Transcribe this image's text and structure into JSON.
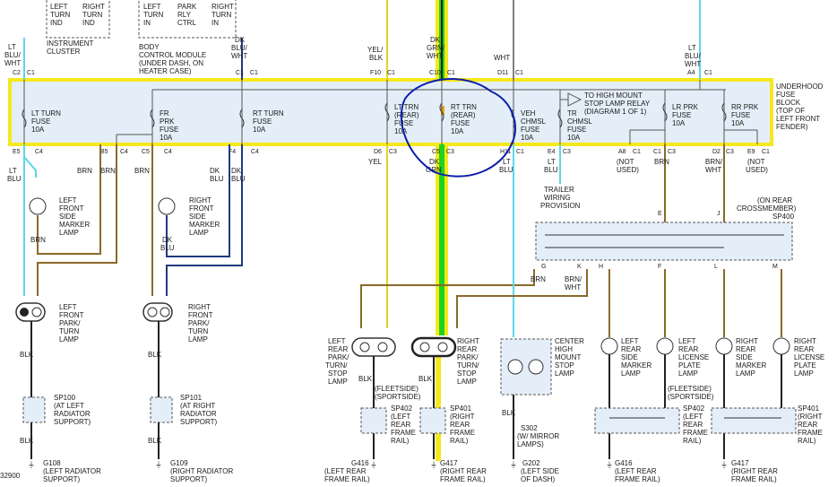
{
  "colors": {
    "highlight_yellow": "#f5e81c",
    "highlight_green": "#1fd11f",
    "annotation_blue": "#0a1ea8",
    "fuse_box_fill": "#e4eef8",
    "wire_brown": "#8a6a2a",
    "wire_cyan": "#5fd6e8",
    "wire_darkblue": "#203a80",
    "wire_yellow": "#e6d21e",
    "wire_black": "#222222",
    "wire_grey": "#7f7f7f"
  },
  "top": {
    "ic_a": "LEFT",
    "ic_b": "TURN",
    "ic_c": "IND",
    "ic_d": "RIGHT",
    "ic_e": "TURN",
    "ic_f": "IND",
    "instrument_a": "INSTRUMENT",
    "instrument_b": "CLUSTER",
    "bcm_l_a": "LEFT",
    "bcm_l_b": "TURN",
    "bcm_l_c": "IN",
    "bcm_p_a": "PARK",
    "bcm_p_b": "RLY",
    "bcm_p_c": "CTRL",
    "bcm_r_a": "RIGHT",
    "bcm_r_b": "TURN",
    "bcm_r_c": "IN",
    "bcm_a": "BODY",
    "bcm_b": "CONTROL MODULE",
    "bcm_c": "(UNDER DASH, ON",
    "bcm_d": "HEATER CASE)",
    "w1_a": "LT",
    "w1_b": "BLU/",
    "w1_c": "WHT",
    "w2_a": "DK",
    "w2_b": "BLU/",
    "w2_c": "WHT",
    "w3_a": "YEL/",
    "w3_b": "BLK",
    "w4_a": "DK",
    "w4_b": "GRN/",
    "w4_c": "WHT",
    "w5_a": "WHT",
    "w6_a": "LT",
    "w6_b": "BLU/",
    "w6_c": "WHT"
  },
  "fuse_block": {
    "label_a": "UNDERHOOD",
    "label_b": "FUSE",
    "label_c": "BLOCK",
    "label_d": "(TOP OF",
    "label_e": "LEFT FRONT",
    "label_f": "FENDER)",
    "c_top_1": "C2",
    "c_top_1b": "C1",
    "c_top_2": "C1",
    "c_top_3": "F10",
    "c_top_3b": "C1",
    "c_top_4": "C10",
    "c_top_4b": "C1",
    "c_top_5": "D11",
    "c_top_5b": "C1",
    "c_top_6": "A4",
    "c_top_6b": "C1",
    "f1_a": "LT TURN",
    "f1_b": "FUSE",
    "f1_c": "10A",
    "f2_a": "FR",
    "f2_b": "PRK",
    "f2_c": "FUSE",
    "f2_d": "10A",
    "f3_a": "RT TURN",
    "f3_b": "FUSE",
    "f3_c": "10A",
    "f4_a": "LT TRN",
    "f4_b": "(REAR)",
    "f4_c": "FUSE",
    "f4_d": "10A",
    "f5_a": "RT TRN",
    "f5_b": "(REAR)",
    "f5_c": "FUSE",
    "f5_d": "10A",
    "f6_a": "VEH",
    "f6_b": "CHMSL",
    "f6_c": "FUSE",
    "f6_d": "10A",
    "f7_a": "TR",
    "f7_b": "CHMSL",
    "f7_c": "FUSE",
    "f7_d": "10A",
    "relay_a": "TO HIGH MOUNT",
    "relay_b": "STOP LAMP RELAY",
    "relay_c": "(DIAGRAM 1 OF 1)",
    "f8_a": "LR PRK",
    "f8_b": "FUSE",
    "f8_c": "10A",
    "f9_a": "RR PRK",
    "f9_b": "FUSE",
    "f9_c": "10A",
    "b1": "E5",
    "b2": "C4",
    "b3": "B5",
    "b4": "C4",
    "b5": "C5",
    "b6": "C4",
    "b7": "F4",
    "b8": "C4",
    "b9": "D6",
    "b10": "C3",
    "b11": "C5",
    "b12": "C3",
    "b13": "H11",
    "b14": "C1",
    "b15": "E4",
    "b16": "C3",
    "b17": "A8",
    "b18": "C1",
    "b19": "C1",
    "b20": "C3",
    "b21": "D2",
    "b22": "C3",
    "b23": "E9",
    "b24": "C1"
  },
  "middle": {
    "lt_blu_a": "LT",
    "lt_blu_b": "BLU",
    "brn1": "BRN",
    "brn2": "BRN",
    "brn3": "BRN",
    "brn4": "BRN",
    "dk_blu_a1": "DK",
    "dk_blu_b1": "BLU",
    "dk_blu_a2": "DK",
    "dk_blu_b2": "BLU",
    "yel": "YEL",
    "dk_grn_a": "DK",
    "dk_grn_b": "GRN",
    "lt_blu2_a": "LT",
    "lt_blu2_b": "BLU",
    "trailer_a": "TRAILER",
    "trailer_b": "WIRING",
    "trailer_c": "PROVISION",
    "trailer_lt": "LT",
    "trailer_blu": "BLU",
    "not_used1_a": "(NOT",
    "not_used1_b": "USED)",
    "brn5": "BRN",
    "brn_wht_a": "BRN/",
    "brn_wht_b": "WHT",
    "not_used2_a": "(NOT",
    "not_used2_b": "USED)",
    "lf_side_a": "LEFT",
    "lf_side_b": "FRONT",
    "lf_side_c": "SIDE",
    "lf_side_d": "MARKER",
    "lf_side_e": "LAMP",
    "rf_side_a": "RIGHT",
    "rf_side_b": "FRONT",
    "rf_side_c": "SIDE",
    "rf_side_d": "MARKER",
    "rf_side_e": "LAMP",
    "dk_blu_a3": "DK",
    "dk_blu_b3": "BLU",
    "crossmember_a": "(ON REAR",
    "crossmember_b": "CROSSMEMBER)",
    "sp400": "SP400",
    "sp_e": "E",
    "sp_j": "J",
    "g": "G",
    "k": "K",
    "h": "H",
    "f": "F",
    "l": "L",
    "m": "M",
    "brn6": "BRN",
    "brn_wht2_a": "BRN/",
    "brn_wht2_b": "WHT"
  },
  "lower": {
    "lf_park_a": "LEFT",
    "lf_park_b": "FRONT",
    "lf_park_c": "PARK/",
    "lf_park_d": "TURN",
    "lf_park_e": "LAMP",
    "rf_park_a": "RIGHT",
    "rf_park_b": "FRONT",
    "rf_park_c": "PARK/",
    "rf_park_d": "TURN",
    "rf_park_e": "LAMP",
    "lr_stop_a": "LEFT",
    "lr_stop_b": "REAR",
    "lr_stop_c": "PARK/",
    "lr_stop_d": "TURN/",
    "lr_stop_e": "STOP",
    "lr_stop_f": "LAMP",
    "rr_stop_a": "RIGHT",
    "rr_stop_b": "REAR",
    "rr_stop_c": "PARK/",
    "rr_stop_d": "TURN/",
    "rr_stop_e": "STOP",
    "rr_stop_f": "LAMP",
    "chmsl_a": "CENTER",
    "chmsl_b": "HIGH",
    "chmsl_c": "MOUNT",
    "chmsl_d": "STOP",
    "chmsl_e": "LAMP",
    "lrs_a": "LEFT",
    "lrs_b": "REAR",
    "lrs_c": "SIDE",
    "lrs_d": "MARKER",
    "lrs_e": "LAMP",
    "lic_l_a": "LEFT",
    "lic_l_b": "REAR",
    "lic_l_c": "LICENSE",
    "lic_l_d": "PLATE",
    "lic_l_e": "LAMP",
    "rrs_a": "RIGHT",
    "rrs_b": "REAR",
    "rrs_c": "SIDE",
    "rrs_d": "MARKER",
    "rrs_e": "LAMP",
    "lic_r_a": "RIGHT",
    "lic_r_b": "REAR",
    "lic_r_c": "LICENSE",
    "lic_r_d": "PLATE",
    "lic_r_e": "LAMP",
    "blk": "BLK",
    "fleetside_a": "(FLEETSIDE)",
    "fleetside_b": "(SPORTSIDE)",
    "fleetside2_a": "(FLEETSIDE)",
    "fleetside2_b": "(SPORTSIDE)",
    "sp100": "SP100",
    "sp100_a": "(AT LEFT",
    "sp100_b": "RADIATOR",
    "sp100_c": "SUPPORT)",
    "sp101": "SP101",
    "sp101_a": "(AT RIGHT",
    "sp101_b": "RADIATOR",
    "sp101_c": "SUPPORT)",
    "sp402": "SP402",
    "sp402_a": "(LEFT",
    "sp402_b": "REAR",
    "sp402_c": "FRAME",
    "sp402_d": "RAIL)",
    "sp401": "SP401",
    "sp401_a": "(RIGHT",
    "sp401_b": "REAR",
    "sp401_c": "FRAME",
    "sp401_d": "RAIL)",
    "sp402b": "SP402",
    "sp402b_a": "(LEFT",
    "sp402b_b": "REAR",
    "sp402b_c": "FRAME",
    "sp402b_d": "RAIL)",
    "sp401b": "SP401",
    "sp401b_a": "(RIGHT",
    "sp401b_b": "REAR",
    "sp401b_c": "FRAME",
    "sp401b_d": "RAIL)",
    "s302": "S302",
    "s302_a": "(W/ MIRROR",
    "s302_b": "LAMPS)",
    "g108": "G108",
    "g108_a": "(LEFT RADIATOR",
    "g108_b": "SUPPORT)",
    "g109": "G109",
    "g109_a": "(RIGHT RADIATOR",
    "g109_b": "SUPPORT)",
    "g416": "G416",
    "g416_a": "(LEFT REAR",
    "g416_b": "FRAME RAIL)",
    "g417": "G417",
    "g417_a": "(RIGHT REAR",
    "g417_b": "FRAME RAIL)",
    "g202": "G202",
    "g202_a": "(LEFT SIDE",
    "g202_b": "OF DASH)",
    "g416b": "G416",
    "g416b_a": "(LEFT REAR",
    "g416b_b": "FRAME RAIL)",
    "g417b": "G417",
    "g417b_a": "(RIGHT REAR",
    "g417b_b": "FRAME RAIL)",
    "fig_no": "32900"
  }
}
